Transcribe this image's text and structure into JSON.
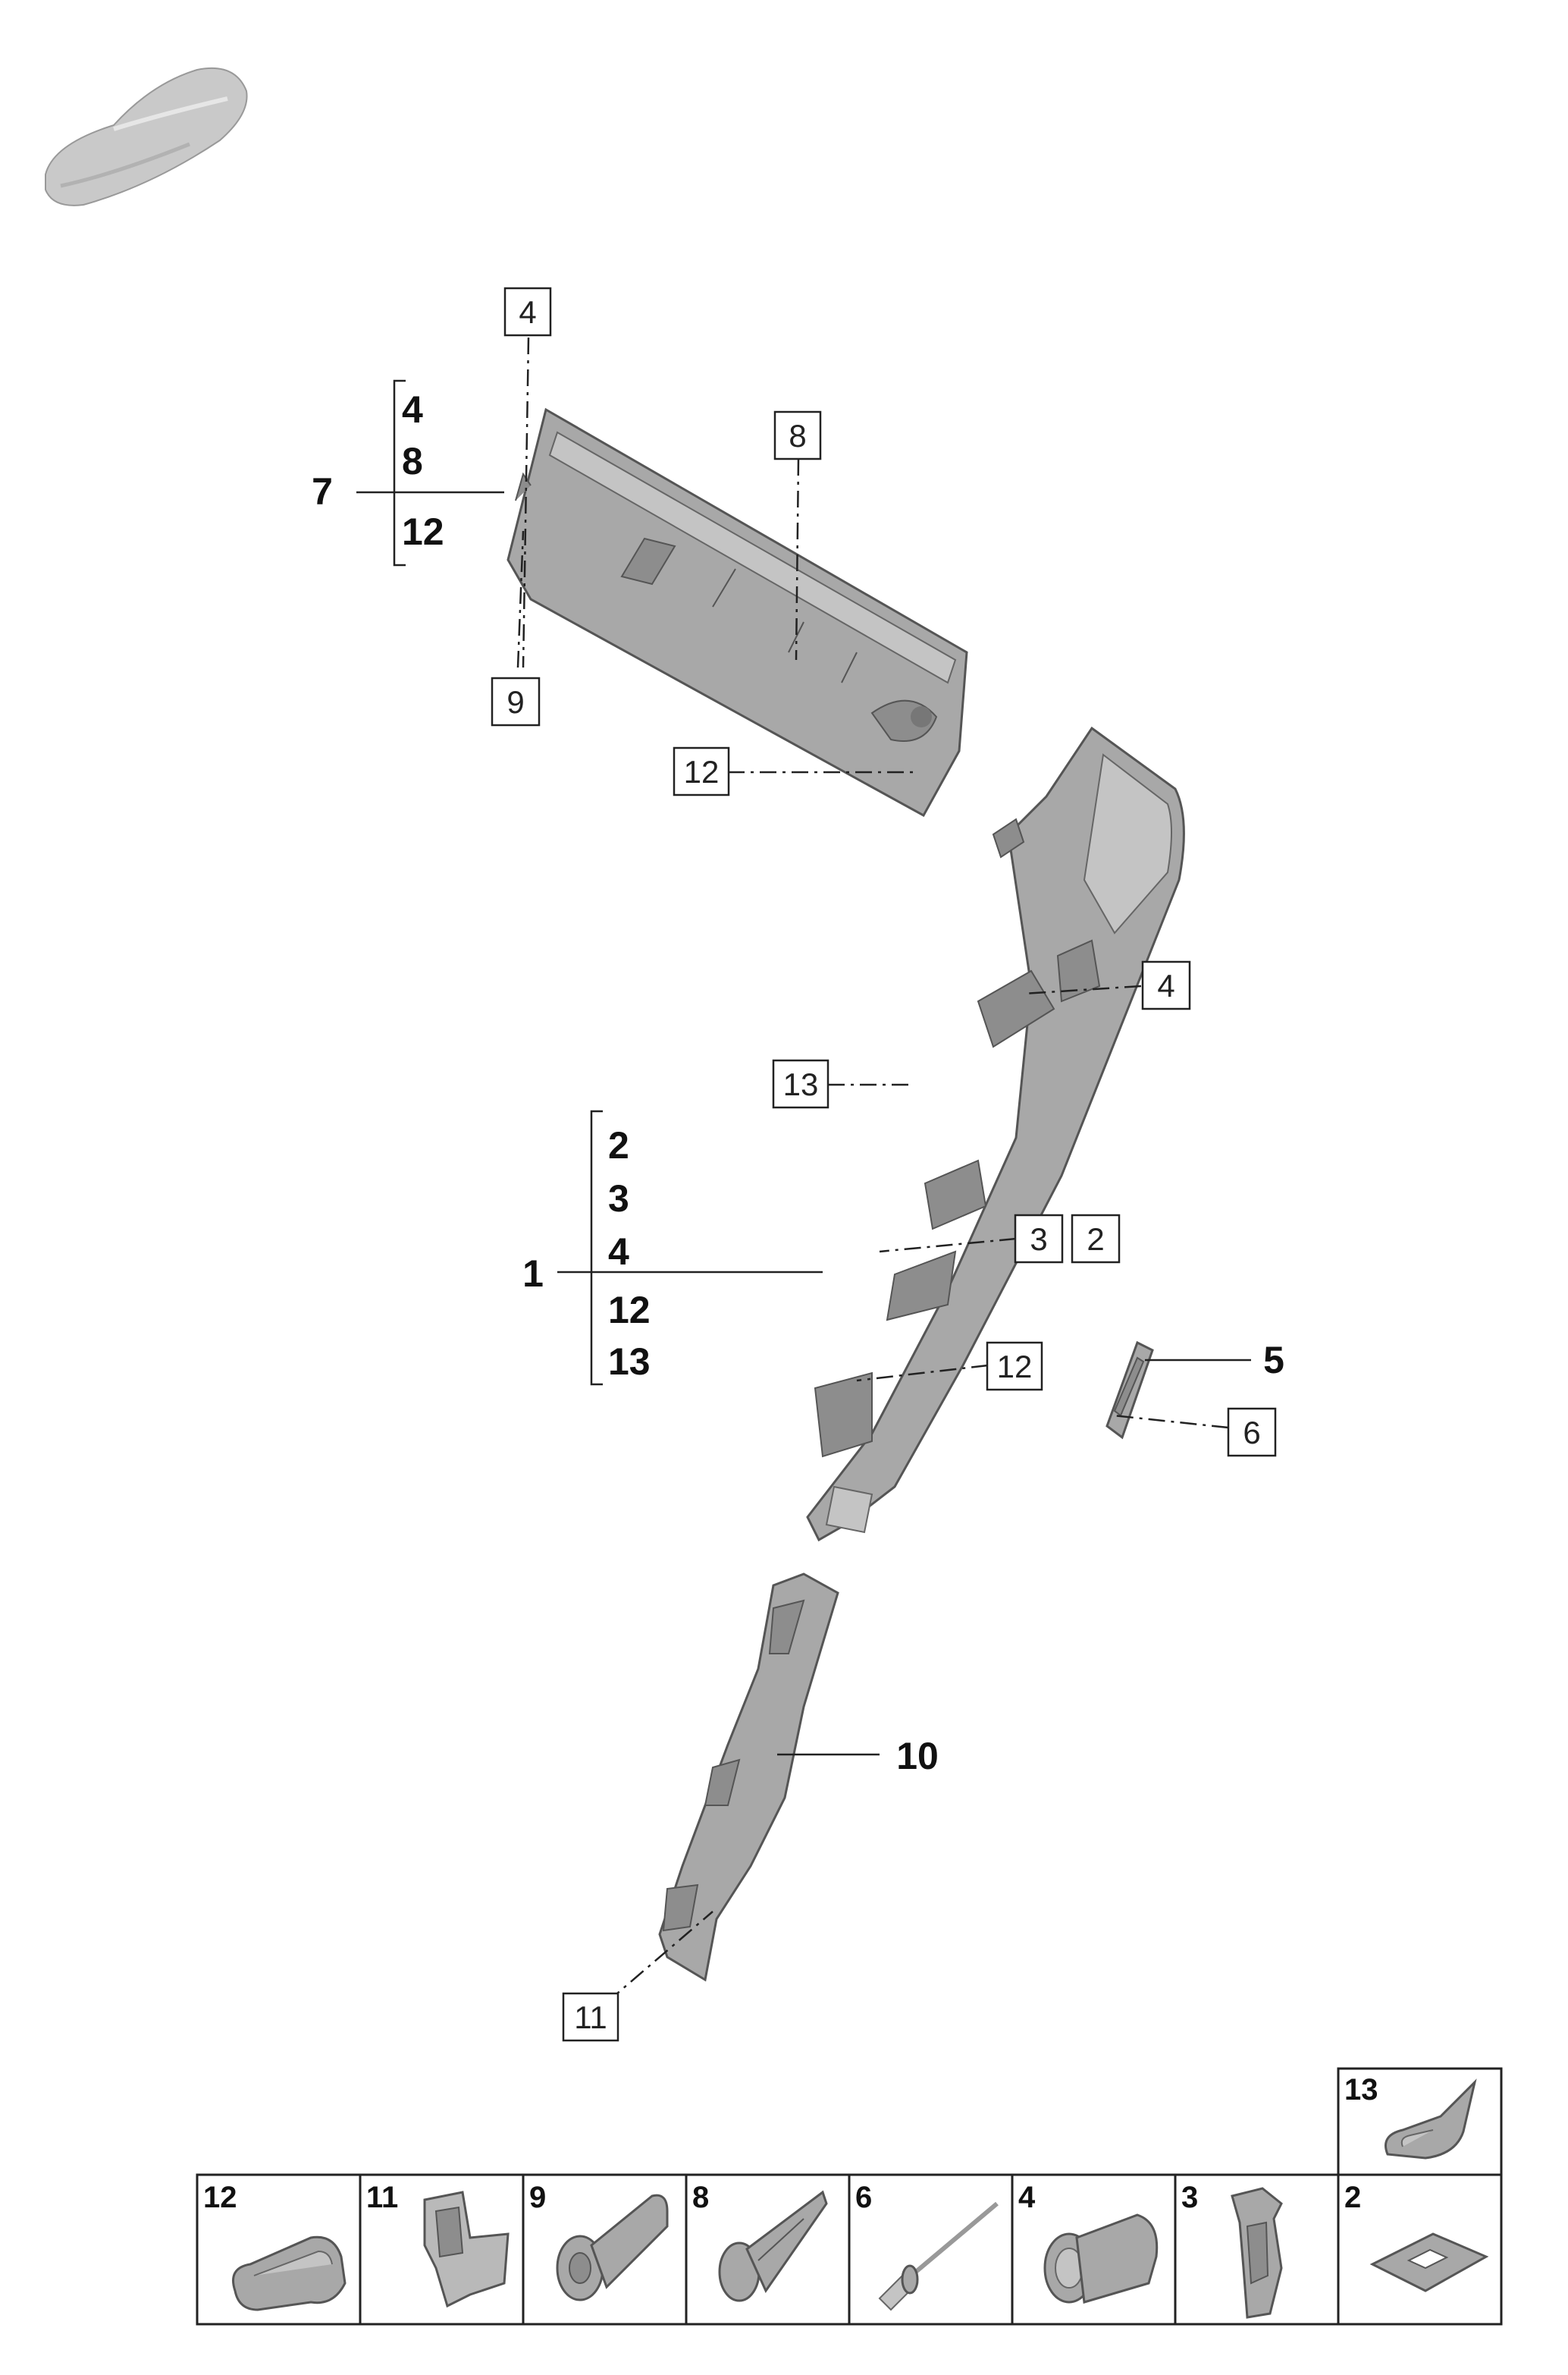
{
  "callouts": {
    "box_4_top": "4",
    "box_8": "8",
    "box_9": "9",
    "box_12_upper": "12",
    "box_4_right": "4",
    "box_13": "13",
    "box_3": "3",
    "box_2": "2",
    "box_12_lower": "12",
    "box_6": "6",
    "box_11": "11"
  },
  "assemblies": {
    "part_7": {
      "label": "7",
      "items": [
        "4",
        "8",
        "12"
      ]
    },
    "part_1": {
      "label": "1",
      "items": [
        "2",
        "3",
        "4",
        "12",
        "13"
      ]
    },
    "part_5": {
      "label": "5"
    },
    "part_10": {
      "label": "10"
    }
  },
  "parts_table": {
    "top_cell": {
      "label": "13",
      "icon": "clip-13-icon"
    },
    "cells": [
      {
        "label": "12",
        "icon": "clip-12-icon"
      },
      {
        "label": "11",
        "icon": "clip-11-icon"
      },
      {
        "label": "9",
        "icon": "screw-9-icon"
      },
      {
        "label": "8",
        "icon": "expanding-rivet-8-icon"
      },
      {
        "label": "6",
        "icon": "pin-6-icon"
      },
      {
        "label": "4",
        "icon": "grommet-4-icon"
      },
      {
        "label": "3",
        "icon": "clip-3-icon"
      },
      {
        "label": "2",
        "icon": "pad-2-icon"
      }
    ]
  },
  "colors": {
    "part_fill": "#a8a8a8",
    "line": "#222222",
    "background": "#ffffff"
  }
}
